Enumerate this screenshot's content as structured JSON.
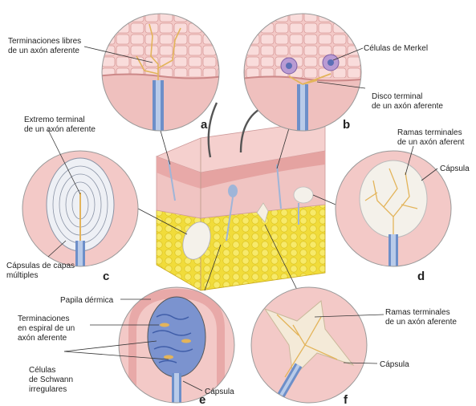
{
  "panels": {
    "a": {
      "letter": "a",
      "label_lines": [
        "Terminaciones libres",
        "de un axón aferente"
      ]
    },
    "b": {
      "letter": "b",
      "merkel_label": "Células de Merkel",
      "disc_lines": [
        "Disco terminal",
        "de un axón aferente"
      ]
    },
    "c": {
      "letter": "c",
      "top_lines": [
        "Extremo terminal",
        "de un axón aferente"
      ],
      "bottom_lines": [
        "Cápsulas de capas",
        "múltiples"
      ]
    },
    "d": {
      "letter": "d",
      "branches_lines": [
        "Ramas terminales",
        "de un axón aferent"
      ],
      "capsule_label": "Cápsula"
    },
    "e": {
      "letter": "e",
      "papilla_label": "Papila dérmica",
      "spiral_lines": [
        "Terminaciones",
        "en espiral de un",
        "axón aferente"
      ],
      "schwann_lines": [
        "Células",
        "de Schwann",
        "irregulares"
      ],
      "capsule_label": "Cápsula"
    },
    "f": {
      "letter": "f",
      "branches_lines": [
        "Ramas terminales",
        "de un axón aferente"
      ],
      "capsule_label": "Cápsula"
    }
  },
  "colors": {
    "skin_pink": "#f0c4c2",
    "epidermis": "#e8a9a8",
    "fat_yellow": "#f1dc3a",
    "axon_blue": "#8aa9d8",
    "capsule_white": "#f4f1ea",
    "nerve_yellow": "#e3b45a"
  }
}
